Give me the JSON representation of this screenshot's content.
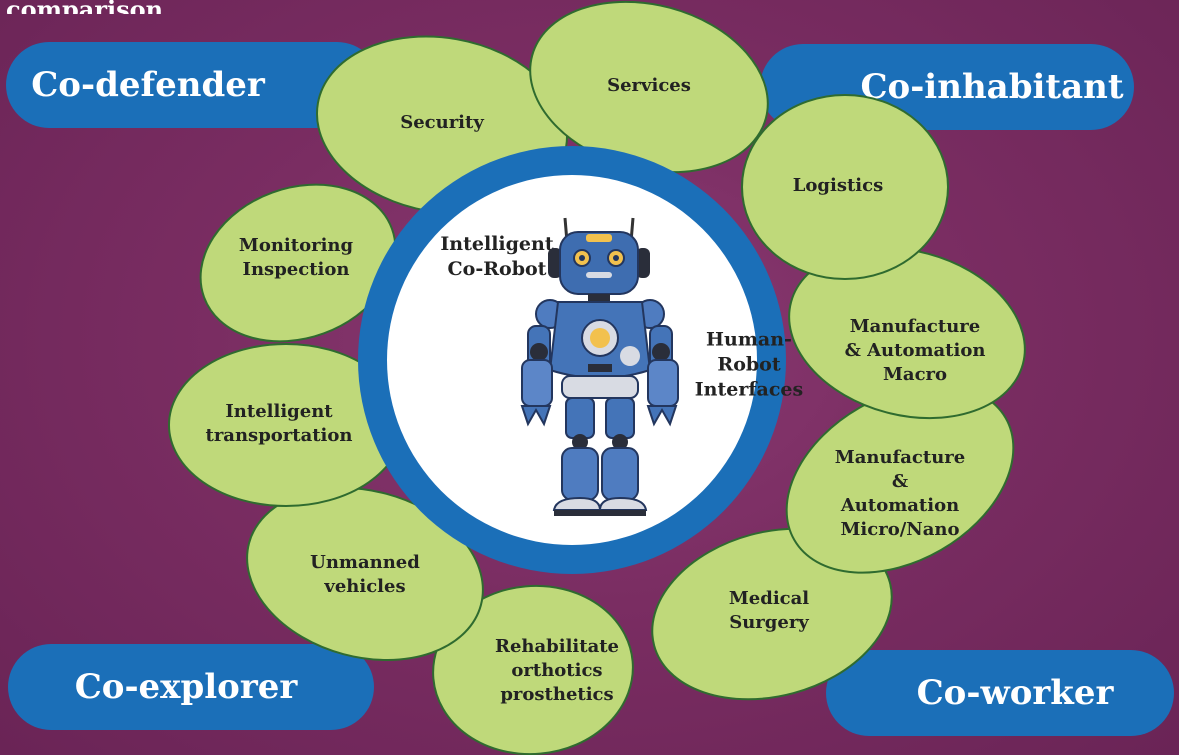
{
  "header_fragment": "comparison",
  "center_labels": {
    "top_left": "Intelligent\nCo-Robot",
    "right": "Human-\nRobot\nInterfaces"
  },
  "roles": {
    "co_defender": "Co-defender",
    "co_inhabitant": "Co-inhabitant",
    "co_explorer": "Co-explorer",
    "co_worker": "Co-worker"
  },
  "petals": [
    {
      "key": "services",
      "label": "Services"
    },
    {
      "key": "security",
      "label": "Security"
    },
    {
      "key": "logistics",
      "label": "Logistics"
    },
    {
      "key": "monitoring",
      "label": "Monitoring\nInspection"
    },
    {
      "key": "manufacture_macro",
      "label": "Manufacture\n& Automation\nMacro"
    },
    {
      "key": "transportation",
      "label": "Intelligent\ntransportation"
    },
    {
      "key": "manufacture_micro",
      "label": "Manufacture\n&\nAutomation\nMicro/Nano"
    },
    {
      "key": "unmanned",
      "label": "Unmanned\nvehicles"
    },
    {
      "key": "medical",
      "label": "Medical\nSurgery"
    },
    {
      "key": "rehab",
      "label": "Rehabilitate\northotics\nprosthetics"
    }
  ],
  "colors": {
    "background": "#7a2d62",
    "petal_fill": "#bfd97a",
    "petal_stroke": "#2f6b2f",
    "pill_blue": "#1b6fb8",
    "ring_blue": "#1b6fb8"
  }
}
